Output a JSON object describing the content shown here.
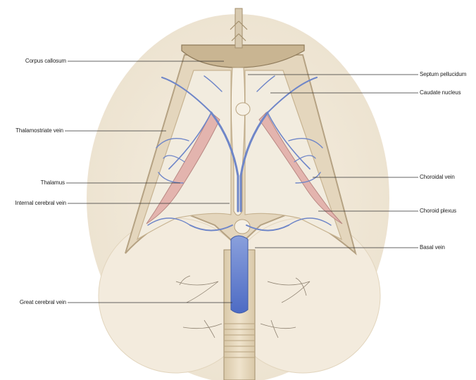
{
  "labels": {
    "corpus_callosum": "Corpus callosum",
    "thalamostriate_vein": "Thalamostriate vein",
    "thalamus": "Thalamus",
    "internal_cerebral_vein": "Internal cerebral vein",
    "great_cerebral_vein": "Great cerebral vein",
    "septum_pellucidum": "Septum pellucidum",
    "caudate_nucleus": "Caudate nucleus",
    "choroidal_vein": "Choroidal vein",
    "choroid_plexus": "Choroid plexus",
    "basal_vein": "Basal vein"
  },
  "colors": {
    "background_oval": "#efe6d6",
    "brain_tissue": "#e9dcc4",
    "ventricle_wall": "#cbb99a",
    "vein_blue": "#6f86c8",
    "plexus_pink": "#d7a2a0",
    "leader_line": "#333333"
  }
}
